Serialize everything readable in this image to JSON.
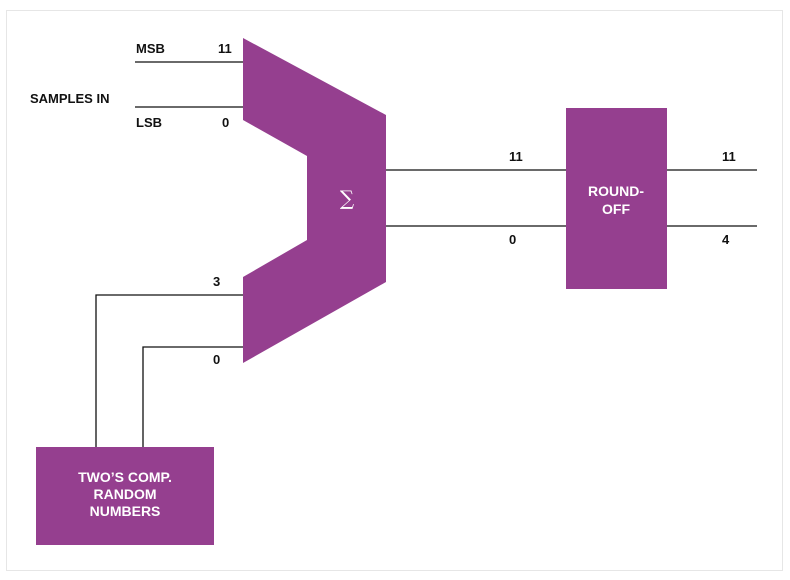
{
  "colors": {
    "block_fill": "#953f8f",
    "wire": "#111111",
    "frame": "#e6e6e6"
  },
  "labels": {
    "samples_in": "SAMPLES IN",
    "msb": "MSB",
    "lsb": "LSB",
    "in_bit_11": "11",
    "in_bit_0": "0",
    "random_bit_3": "3",
    "random_bit_0": "0",
    "sum_bit_11": "11",
    "sum_bit_0": "0",
    "out_bit_11": "11",
    "out_bit_4": "4"
  },
  "blocks": {
    "adder_symbol": "∑",
    "roundoff_line1": "ROUND-",
    "roundoff_line2": "OFF",
    "random_line1": "TWO’S COMP.",
    "random_line2": "RANDOM",
    "random_line3": "NUMBERS"
  }
}
